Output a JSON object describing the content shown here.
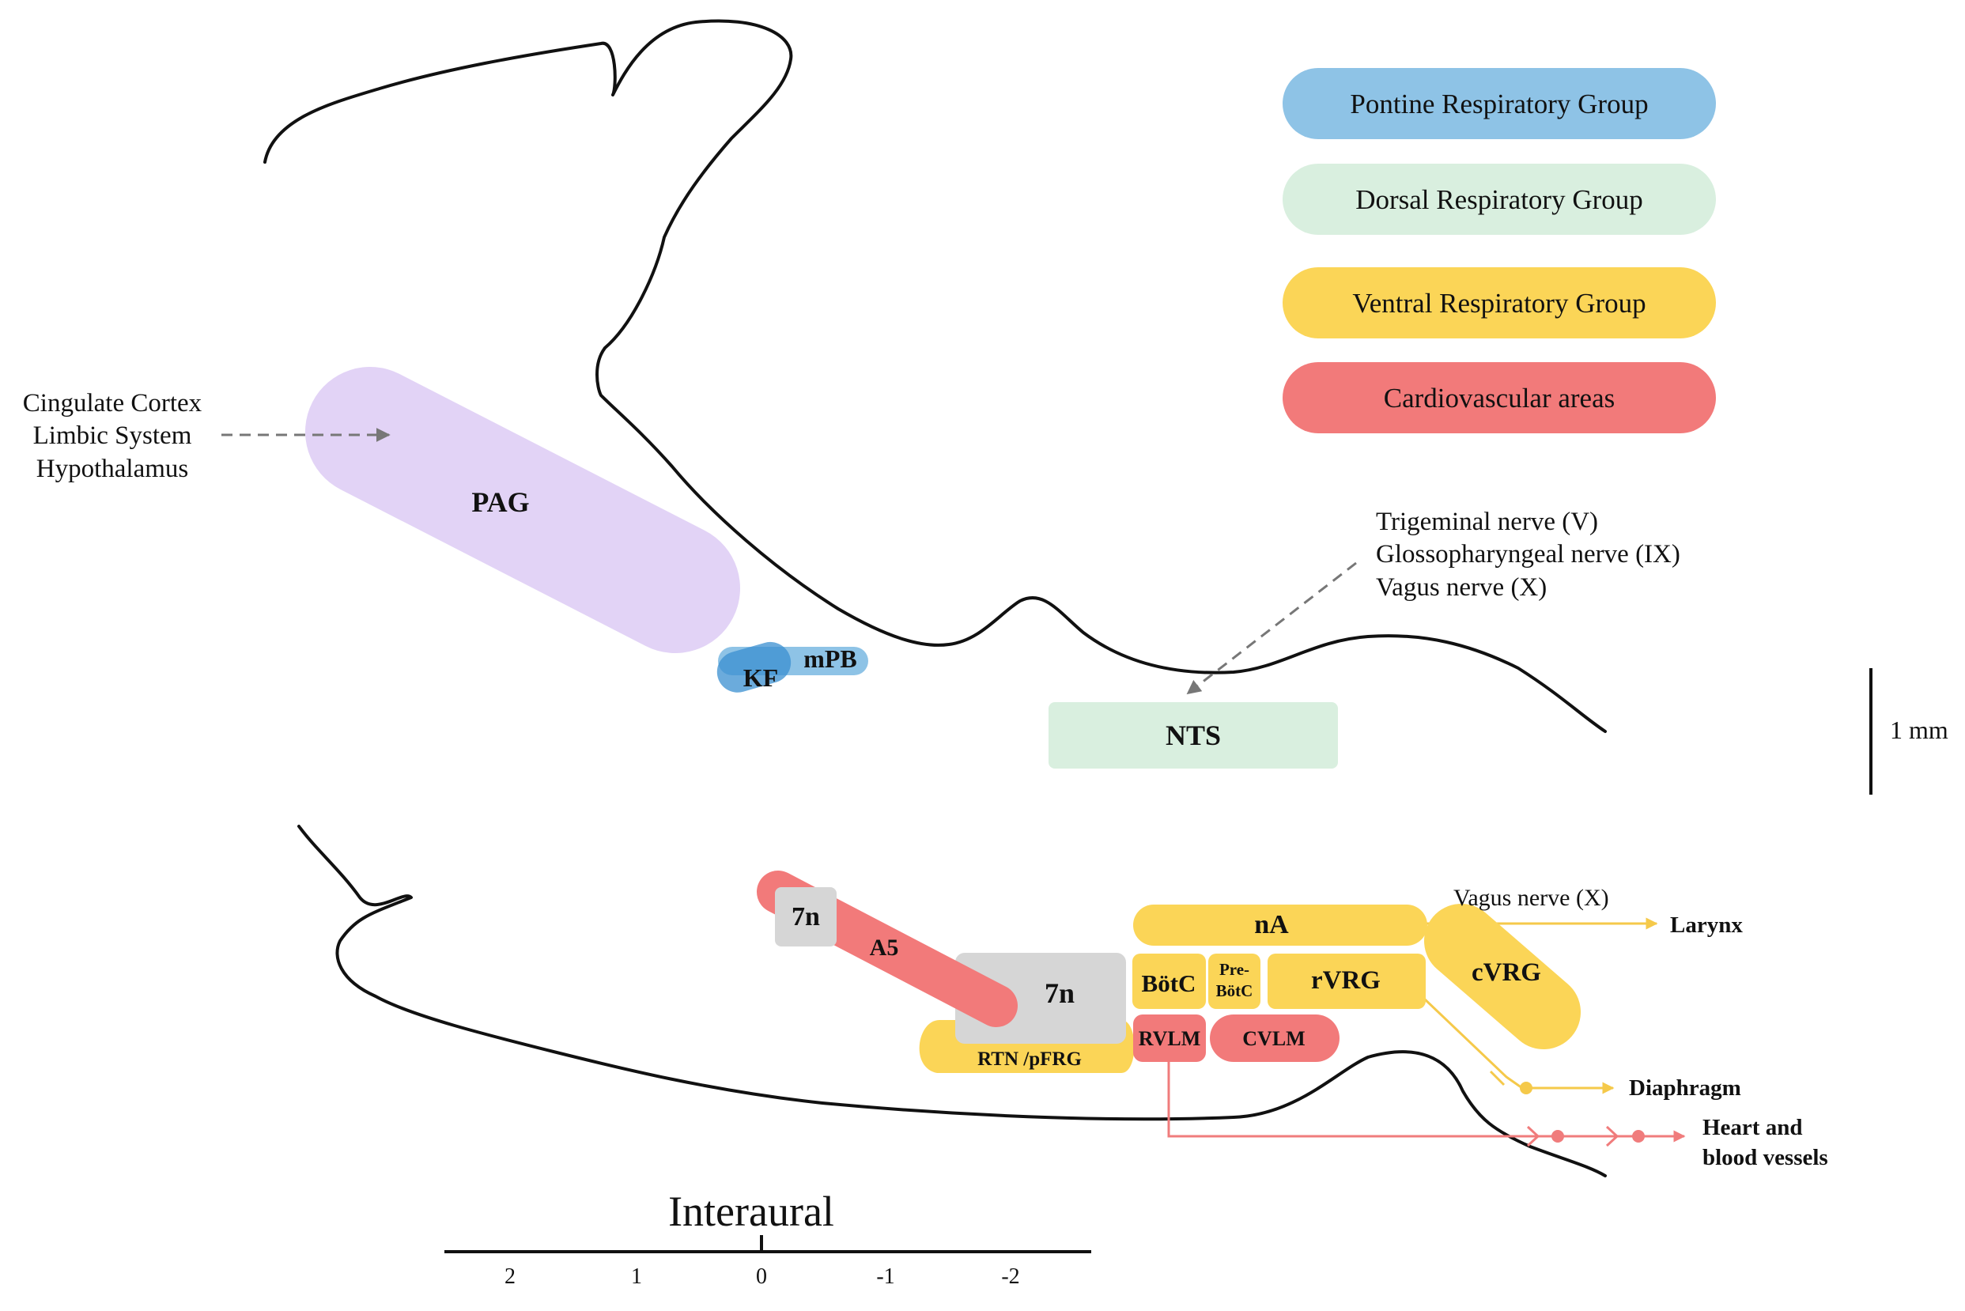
{
  "colors": {
    "pontine": "#8ec3e6",
    "pontine_dark": "#3a8fd0",
    "dorsal": "#d9efdf",
    "ventral": "#fbd557",
    "cardio": "#f27a7a",
    "pag": "#e2d3f6",
    "facial": "#d6d6d6",
    "arrow_gray": "#777777",
    "ventral_line": "#f5c94a",
    "cardio_line": "#f07c7c"
  },
  "legend": {
    "pontine": "Pontine Respiratory Group",
    "dorsal": "Dorsal Respiratory Group",
    "ventral": "Ventral Respiratory Group",
    "cardio": "Cardiovascular areas"
  },
  "inputs": {
    "higher_centers": [
      "Cingulate Cortex",
      "Limbic System",
      "Hypothalamus"
    ],
    "cranial_nerves": [
      "Trigeminal nerve (V)",
      "Glossopharyngeal nerve (IX)",
      "Vagus nerve (X)"
    ]
  },
  "regions": {
    "pag": "PAG",
    "kf": "KF",
    "mpb": "mPB",
    "nts": "NTS",
    "seven_n_small": "7n",
    "a5": "A5",
    "seven_n_large": "7n",
    "rtn": "RTN /pFRG",
    "na": "nA",
    "botc": "BötC",
    "prebotc_line1": "Pre-",
    "prebotc_line2": "BötC",
    "rvrg": "rVRG",
    "cvrg": "cVRG",
    "rvlm": "RVLM",
    "cvlm": "CVLM"
  },
  "outputs": {
    "vagus": "Vagus nerve (X)",
    "larynx": "Larynx",
    "diaphragm": "Diaphragm",
    "heart_line1": "Heart and",
    "heart_line2": "blood vessels"
  },
  "scale_bar": "1 mm",
  "axis": {
    "title": "Interaural",
    "ticks": [
      "2",
      "1",
      "0",
      "-1",
      "-2"
    ]
  }
}
